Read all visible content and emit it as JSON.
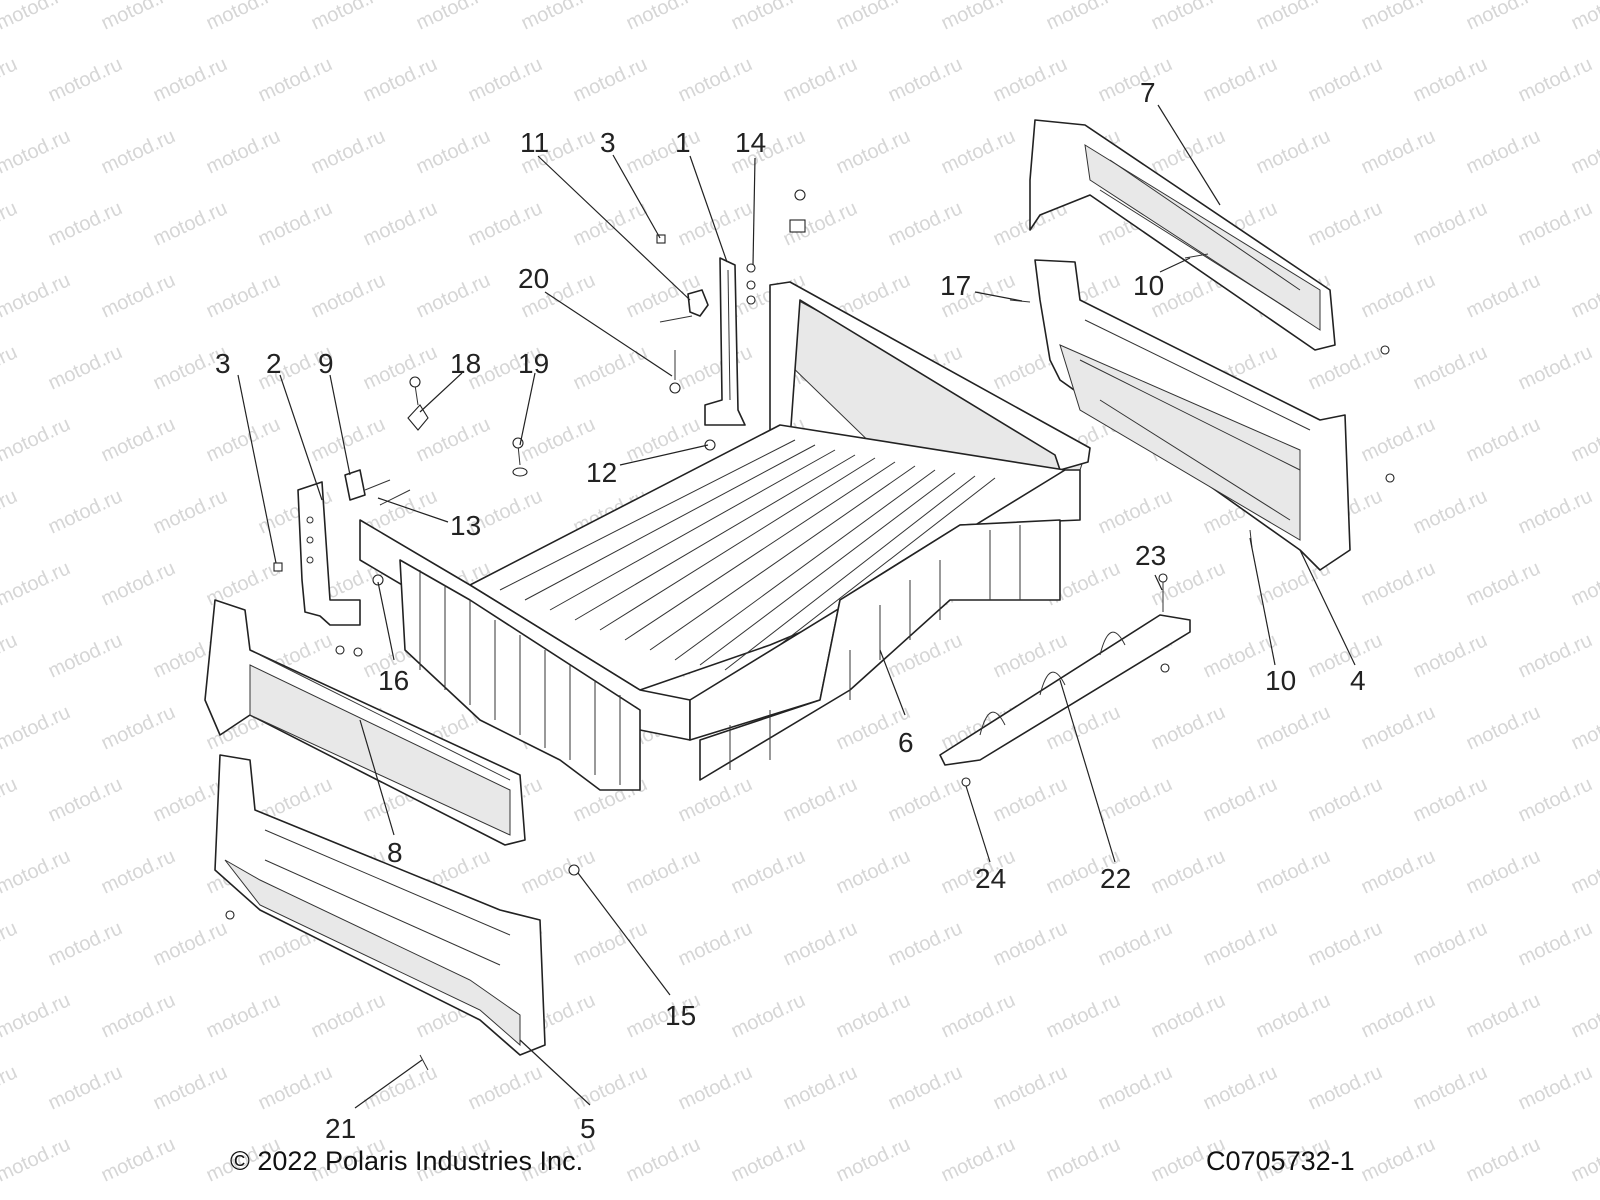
{
  "watermark": "motod.ru",
  "copyright": "© 2022 Polaris Industries Inc.",
  "figure_code": "C0705732-1",
  "callouts": [
    {
      "id": "c11",
      "label": "11"
    },
    {
      "id": "c3a",
      "label": "3"
    },
    {
      "id": "c1",
      "label": "1"
    },
    {
      "id": "c14",
      "label": "14"
    },
    {
      "id": "c7",
      "label": "7"
    },
    {
      "id": "c20",
      "label": "20"
    },
    {
      "id": "c17",
      "label": "17"
    },
    {
      "id": "c10a",
      "label": "10"
    },
    {
      "id": "c3b",
      "label": "3"
    },
    {
      "id": "c2",
      "label": "2"
    },
    {
      "id": "c9",
      "label": "9"
    },
    {
      "id": "c18",
      "label": "18"
    },
    {
      "id": "c19",
      "label": "19"
    },
    {
      "id": "c12",
      "label": "12"
    },
    {
      "id": "c13",
      "label": "13"
    },
    {
      "id": "c23",
      "label": "23"
    },
    {
      "id": "c16",
      "label": "16"
    },
    {
      "id": "c10b",
      "label": "10"
    },
    {
      "id": "c4",
      "label": "4"
    },
    {
      "id": "c6",
      "label": "6"
    },
    {
      "id": "c8",
      "label": "8"
    },
    {
      "id": "c24",
      "label": "24"
    },
    {
      "id": "c22",
      "label": "22"
    },
    {
      "id": "c15",
      "label": "15"
    },
    {
      "id": "c21",
      "label": "21"
    },
    {
      "id": "c5",
      "label": "5"
    }
  ]
}
